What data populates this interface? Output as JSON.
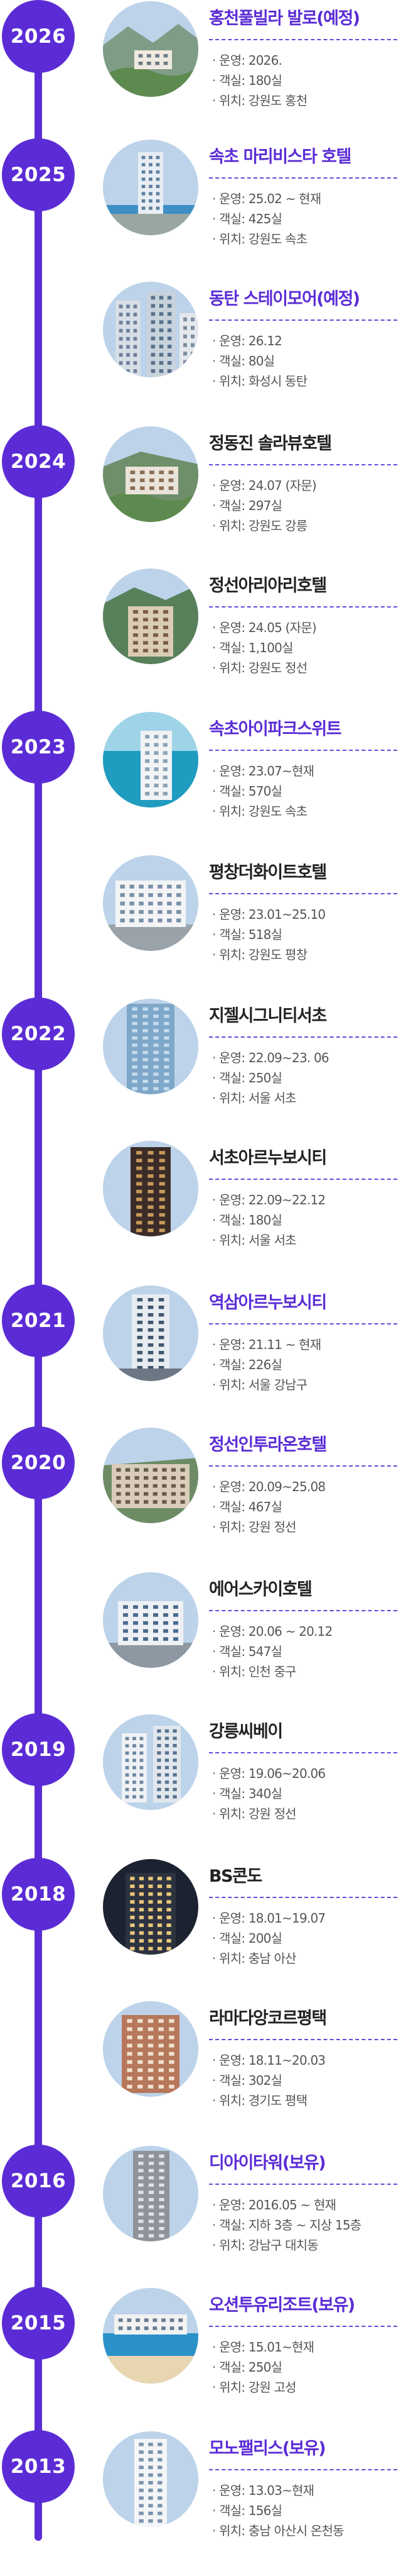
{
  "colors": {
    "accent": "#5b2cd6",
    "text_dark": "#222222",
    "text_body": "#555555"
  },
  "entries": [
    {
      "year": "2026",
      "name": "홍천풀빌라 발로(예정)",
      "highlight": true,
      "thumb": "mountain-villa",
      "details": [
        "운영: 2026.",
        "객실: 180실",
        "위치: 강원도 홍천"
      ]
    },
    {
      "year": "2025",
      "name": "속초 마리비스타 호텔",
      "highlight": true,
      "thumb": "coastal-tower",
      "details": [
        "운영: 25.02 ~ 현재",
        "객실: 425실",
        "위치: 강원도 속초"
      ]
    },
    {
      "year": "",
      "name": "동탄 스테이모어(예정)",
      "highlight": true,
      "thumb": "city-towers",
      "details": [
        "운영: 26.12",
        "객실: 80실",
        "위치: 화성시 동탄"
      ]
    },
    {
      "year": "2024",
      "name": "정동진 솔라뷰호텔",
      "highlight": false,
      "thumb": "hillside-resort",
      "details": [
        "운영: 24.07 (자문)",
        "객실: 297실",
        "위치: 강원도 강릉"
      ]
    },
    {
      "year": "",
      "name": "정선아리아리호텔",
      "highlight": false,
      "thumb": "mountain-hotel",
      "details": [
        "운영: 24.05 (자문)",
        "객실: 1,100실",
        "위치: 강원도 정선"
      ]
    },
    {
      "year": "2023",
      "name": "속초아이파크스위트",
      "highlight": true,
      "thumb": "sea-tower",
      "details": [
        "운영: 23.07~현재",
        "객실: 570실",
        "위치: 강원도 속초"
      ]
    },
    {
      "year": "",
      "name": "평창더화이트호텔",
      "highlight": false,
      "thumb": "white-block",
      "details": [
        "운영: 23.01~25.10",
        "객실: 518실",
        "위치: 강원도 평창"
      ]
    },
    {
      "year": "2022",
      "name": "지젤시그니티서초",
      "highlight": false,
      "thumb": "glass-tower",
      "details": [
        "운영: 22.09~23. 06",
        "객실: 250실",
        "위치: 서울 서초"
      ]
    },
    {
      "year": "",
      "name": "서초아르누보시티",
      "highlight": false,
      "thumb": "dark-tower",
      "details": [
        "운영: 22.09~22.12",
        "객실: 180실",
        "위치: 서울 서초"
      ]
    },
    {
      "year": "2021",
      "name": "역삼아르누보시티",
      "highlight": true,
      "thumb": "sky-tower",
      "details": [
        "운영: 21.11 ~ 현재",
        "객실: 226실",
        "위치: 서울 강남구"
      ]
    },
    {
      "year": "2020",
      "name": "정선인투라온호텔",
      "highlight": true,
      "thumb": "wide-hotel",
      "details": [
        "운영: 20.09~25.08",
        "객실: 467실",
        "위치: 강원 정선"
      ]
    },
    {
      "year": "",
      "name": "에어스카이호텔",
      "highlight": false,
      "thumb": "airport-hotel",
      "details": [
        "운영: 20.06 ~ 20.12",
        "객실: 547실",
        "위치: 인천 중구"
      ]
    },
    {
      "year": "2019",
      "name": "강릉씨베이",
      "highlight": false,
      "thumb": "twin-towers",
      "details": [
        "운영: 19.06~20.06",
        "객실: 340실",
        "위치: 강원 정선"
      ]
    },
    {
      "year": "2018",
      "name": "BS콘도",
      "highlight": false,
      "thumb": "night-building",
      "details": [
        "운영: 18.01~19.07",
        "객실: 200실",
        "위치: 충남 아산"
      ]
    },
    {
      "year": "",
      "name": "라마다앙코르평택",
      "highlight": false,
      "thumb": "brick-hotel",
      "details": [
        "운영: 18.11~20.03",
        "객실: 302실",
        "위치: 경기도 평택"
      ]
    },
    {
      "year": "2016",
      "name": "디아이타워(보유)",
      "highlight": true,
      "thumb": "grey-tower",
      "details": [
        "운영: 2016.05 ~ 현재",
        "객실: 지하 3층 ~ 지상 15층",
        "위치: 강남구 대치동"
      ]
    },
    {
      "year": "2015",
      "name": "오션투유리조트(보유)",
      "highlight": true,
      "thumb": "beach-resort",
      "details": [
        "운영: 15.01~현재",
        "객실: 250실",
        "위치: 강원 고성"
      ]
    },
    {
      "year": "2013",
      "name": "모노팰리스(보유)",
      "highlight": true,
      "thumb": "white-tower",
      "details": [
        "운영: 13.03~현재",
        "객실: 156실",
        "위치: 충남 아산시 온천동"
      ]
    }
  ]
}
